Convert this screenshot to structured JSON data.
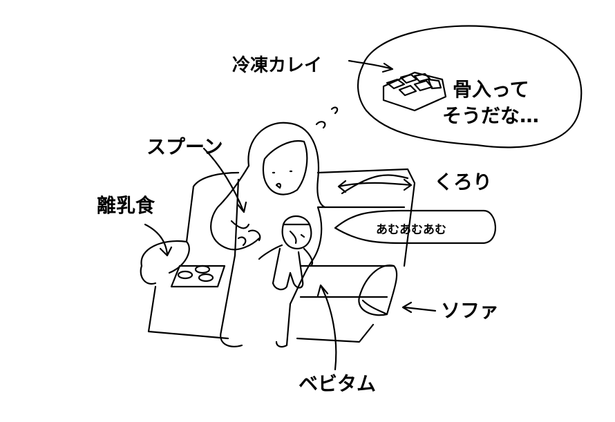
{
  "labels": {
    "frozen_flounder": "冷凍カレイ",
    "thought_line1": "骨入って",
    "thought_line2": "そうだな…",
    "spoon": "スプーン",
    "kurori": "くろり",
    "baby_food": "離乳食",
    "munching": "あむあむあむ",
    "sofa": "ソファ",
    "bebitamu": "ベビタム"
  },
  "colors": {
    "ink": "#000000",
    "background": "#ffffff"
  }
}
